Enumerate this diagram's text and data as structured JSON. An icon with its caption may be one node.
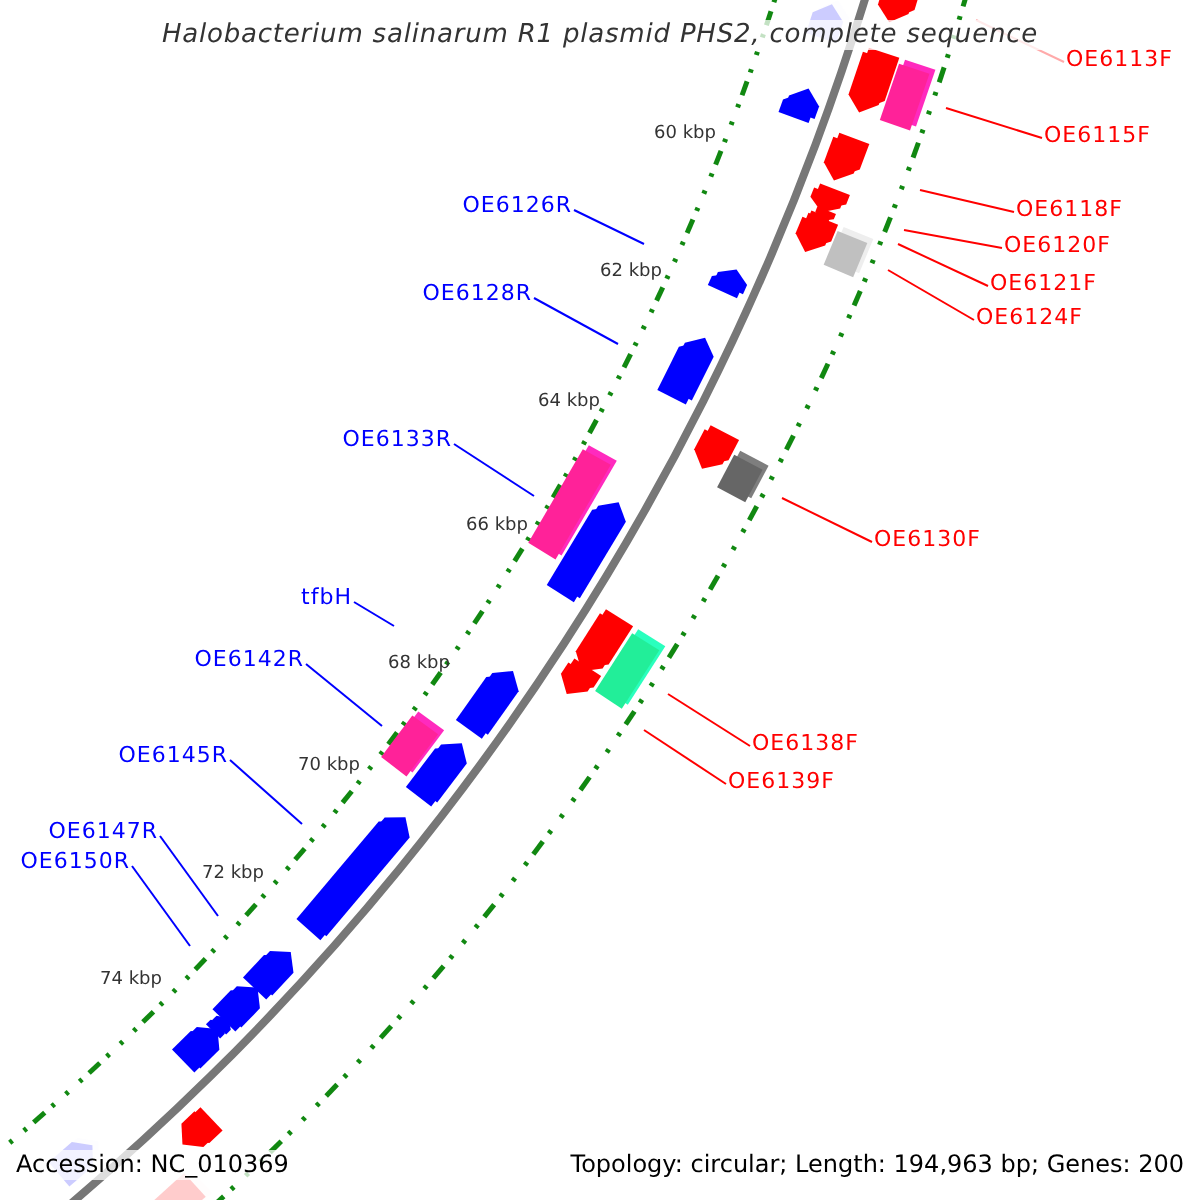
{
  "diagram": {
    "title": "Halobacterium salinarum R1 plasmid PHS2, complete sequence",
    "nodes": [
      {
        "text": [
          "OE6113F"
        ]
      },
      {
        "text": [
          "OE6115F"
        ]
      },
      {
        "text": [
          "OE6118F"
        ]
      },
      {
        "text": [
          "OE6120F"
        ]
      },
      {
        "text": [
          "OE6121F"
        ]
      },
      {
        "text": [
          "OE6124F"
        ]
      },
      {
        "text": [
          "OE6126R"
        ]
      },
      {
        "text": [
          "OE6128R"
        ]
      },
      {
        "text": [
          "OE6133R"
        ]
      },
      {
        "text": [
          "OE6130F"
        ]
      },
      {
        "text": [
          "tfbH"
        ]
      },
      {
        "text": [
          "OE6142R"
        ]
      },
      {
        "text": [
          "OE6138F"
        ]
      },
      {
        "text": [
          "OE6145R"
        ]
      },
      {
        "text": [
          "OE6139F"
        ]
      },
      {
        "text": [
          "OE6147R"
        ]
      },
      {
        "text": [
          "OE6150R"
        ]
      }
    ],
    "edges": [
      {
        "from": 0,
        "to": null,
        "arrow": "none",
        "color": "#ffaaaa"
      },
      {
        "from": 1,
        "to": null,
        "arrow": "none"
      },
      {
        "from": 2,
        "to": null,
        "arrow": "none"
      },
      {
        "from": 3,
        "to": null,
        "arrow": "none"
      },
      {
        "from": 4,
        "to": null,
        "arrow": "none"
      },
      {
        "from": 5,
        "to": null,
        "arrow": "none"
      },
      {
        "from": 6,
        "to": null,
        "arrow": "none",
        "color": "#0000ff"
      },
      {
        "from": 7,
        "to": null,
        "arrow": "none",
        "color": "#0000ff"
      },
      {
        "from": 8,
        "to": null,
        "arrow": "none",
        "color": "#0000ff"
      },
      {
        "from": 9,
        "to": null,
        "arrow": "none"
      },
      {
        "from": 10,
        "to": null,
        "arrow": "none",
        "color": "#0000ff"
      },
      {
        "from": 11,
        "to": null,
        "arrow": "none",
        "color": "#0000ff"
      },
      {
        "from": 12,
        "to": null,
        "arrow": "none"
      },
      {
        "from": 13,
        "to": null,
        "arrow": "none",
        "color": "#0000ff"
      },
      {
        "from": 14,
        "to": null,
        "arrow": "none"
      },
      {
        "from": 15,
        "to": null,
        "arrow": "none",
        "color": "#0000ff"
      },
      {
        "from": 16,
        "to": null,
        "arrow": "none",
        "color": "#0000ff"
      }
    ],
    "labels": [
      "60 kbp",
      "62 kbp",
      "64 kbp",
      "66 kbp",
      "68 kbp",
      "70 kbp",
      "72 kbp",
      "74 kbp",
      "Accession: NC_010369",
      "Topology: circular; Length: 194,963 bp; Genes: 200"
    ]
  }
}
